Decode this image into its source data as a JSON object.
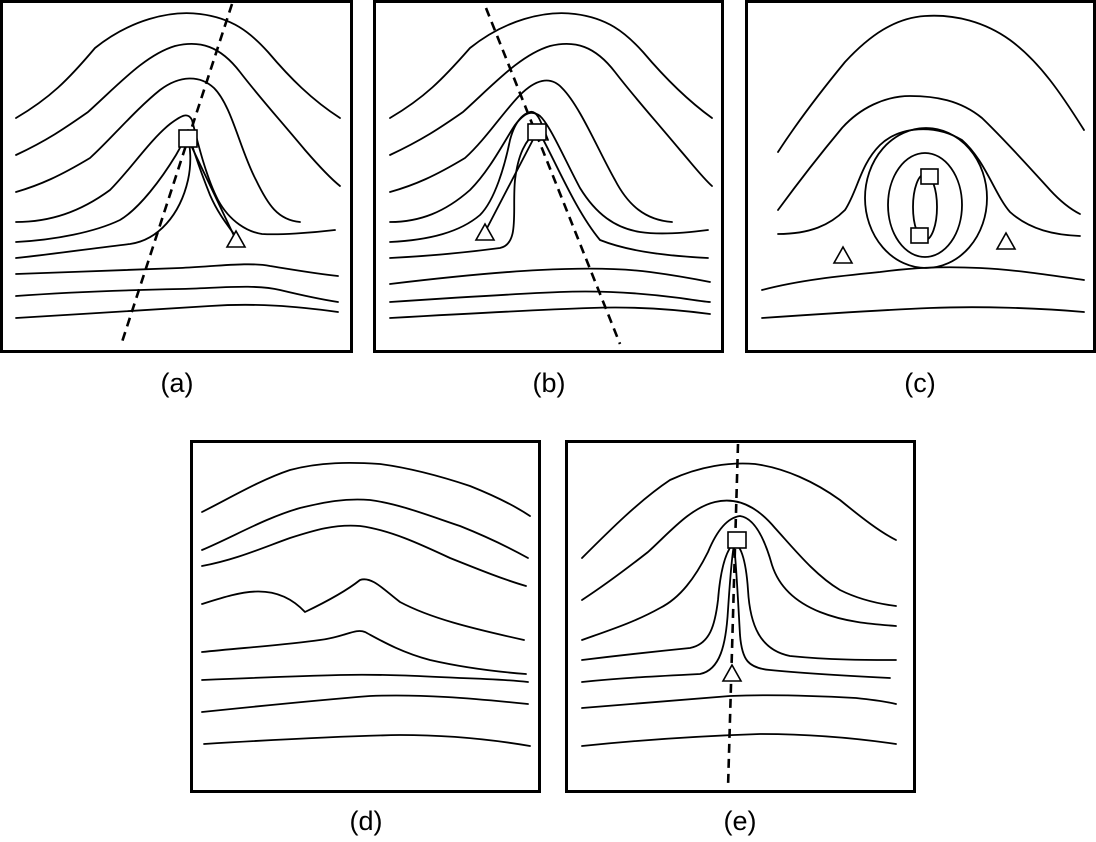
{
  "panels": [
    {
      "id": "a",
      "label": "(a)"
    },
    {
      "id": "b",
      "label": "(b)"
    },
    {
      "id": "c",
      "label": "(c)"
    },
    {
      "id": "d",
      "label": "(d)"
    },
    {
      "id": "e",
      "label": "(e)"
    }
  ],
  "legend_icons": {
    "square": "square-marker-icon",
    "triangle": "triangle-marker-icon"
  }
}
